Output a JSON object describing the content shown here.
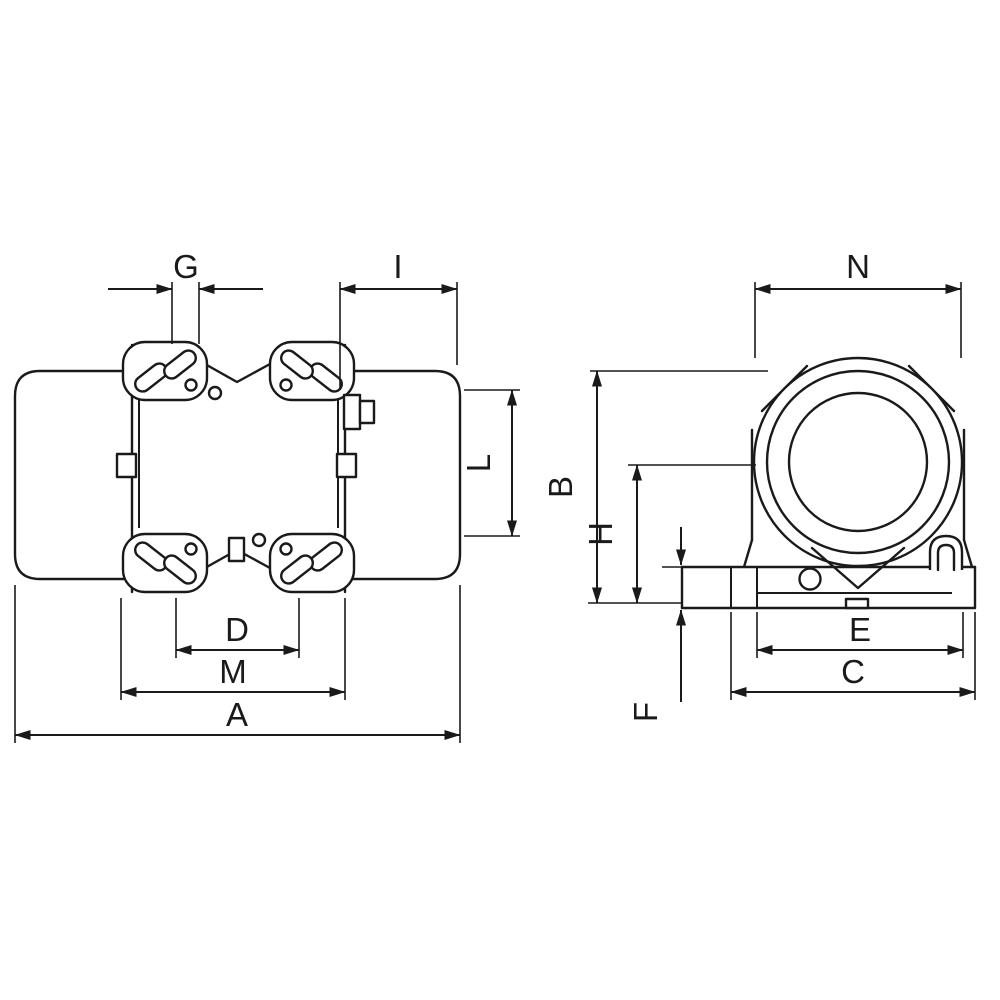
{
  "page": {
    "background": "#ffffff",
    "line_color": "#1a1a1a"
  },
  "drawing": {
    "dimension_labels": {
      "A": "A",
      "B": "B",
      "C": "C",
      "D": "D",
      "E": "E",
      "F": "F",
      "G": "G",
      "H": "H",
      "I": "I",
      "L": "L",
      "M": "M",
      "N": "N"
    }
  }
}
